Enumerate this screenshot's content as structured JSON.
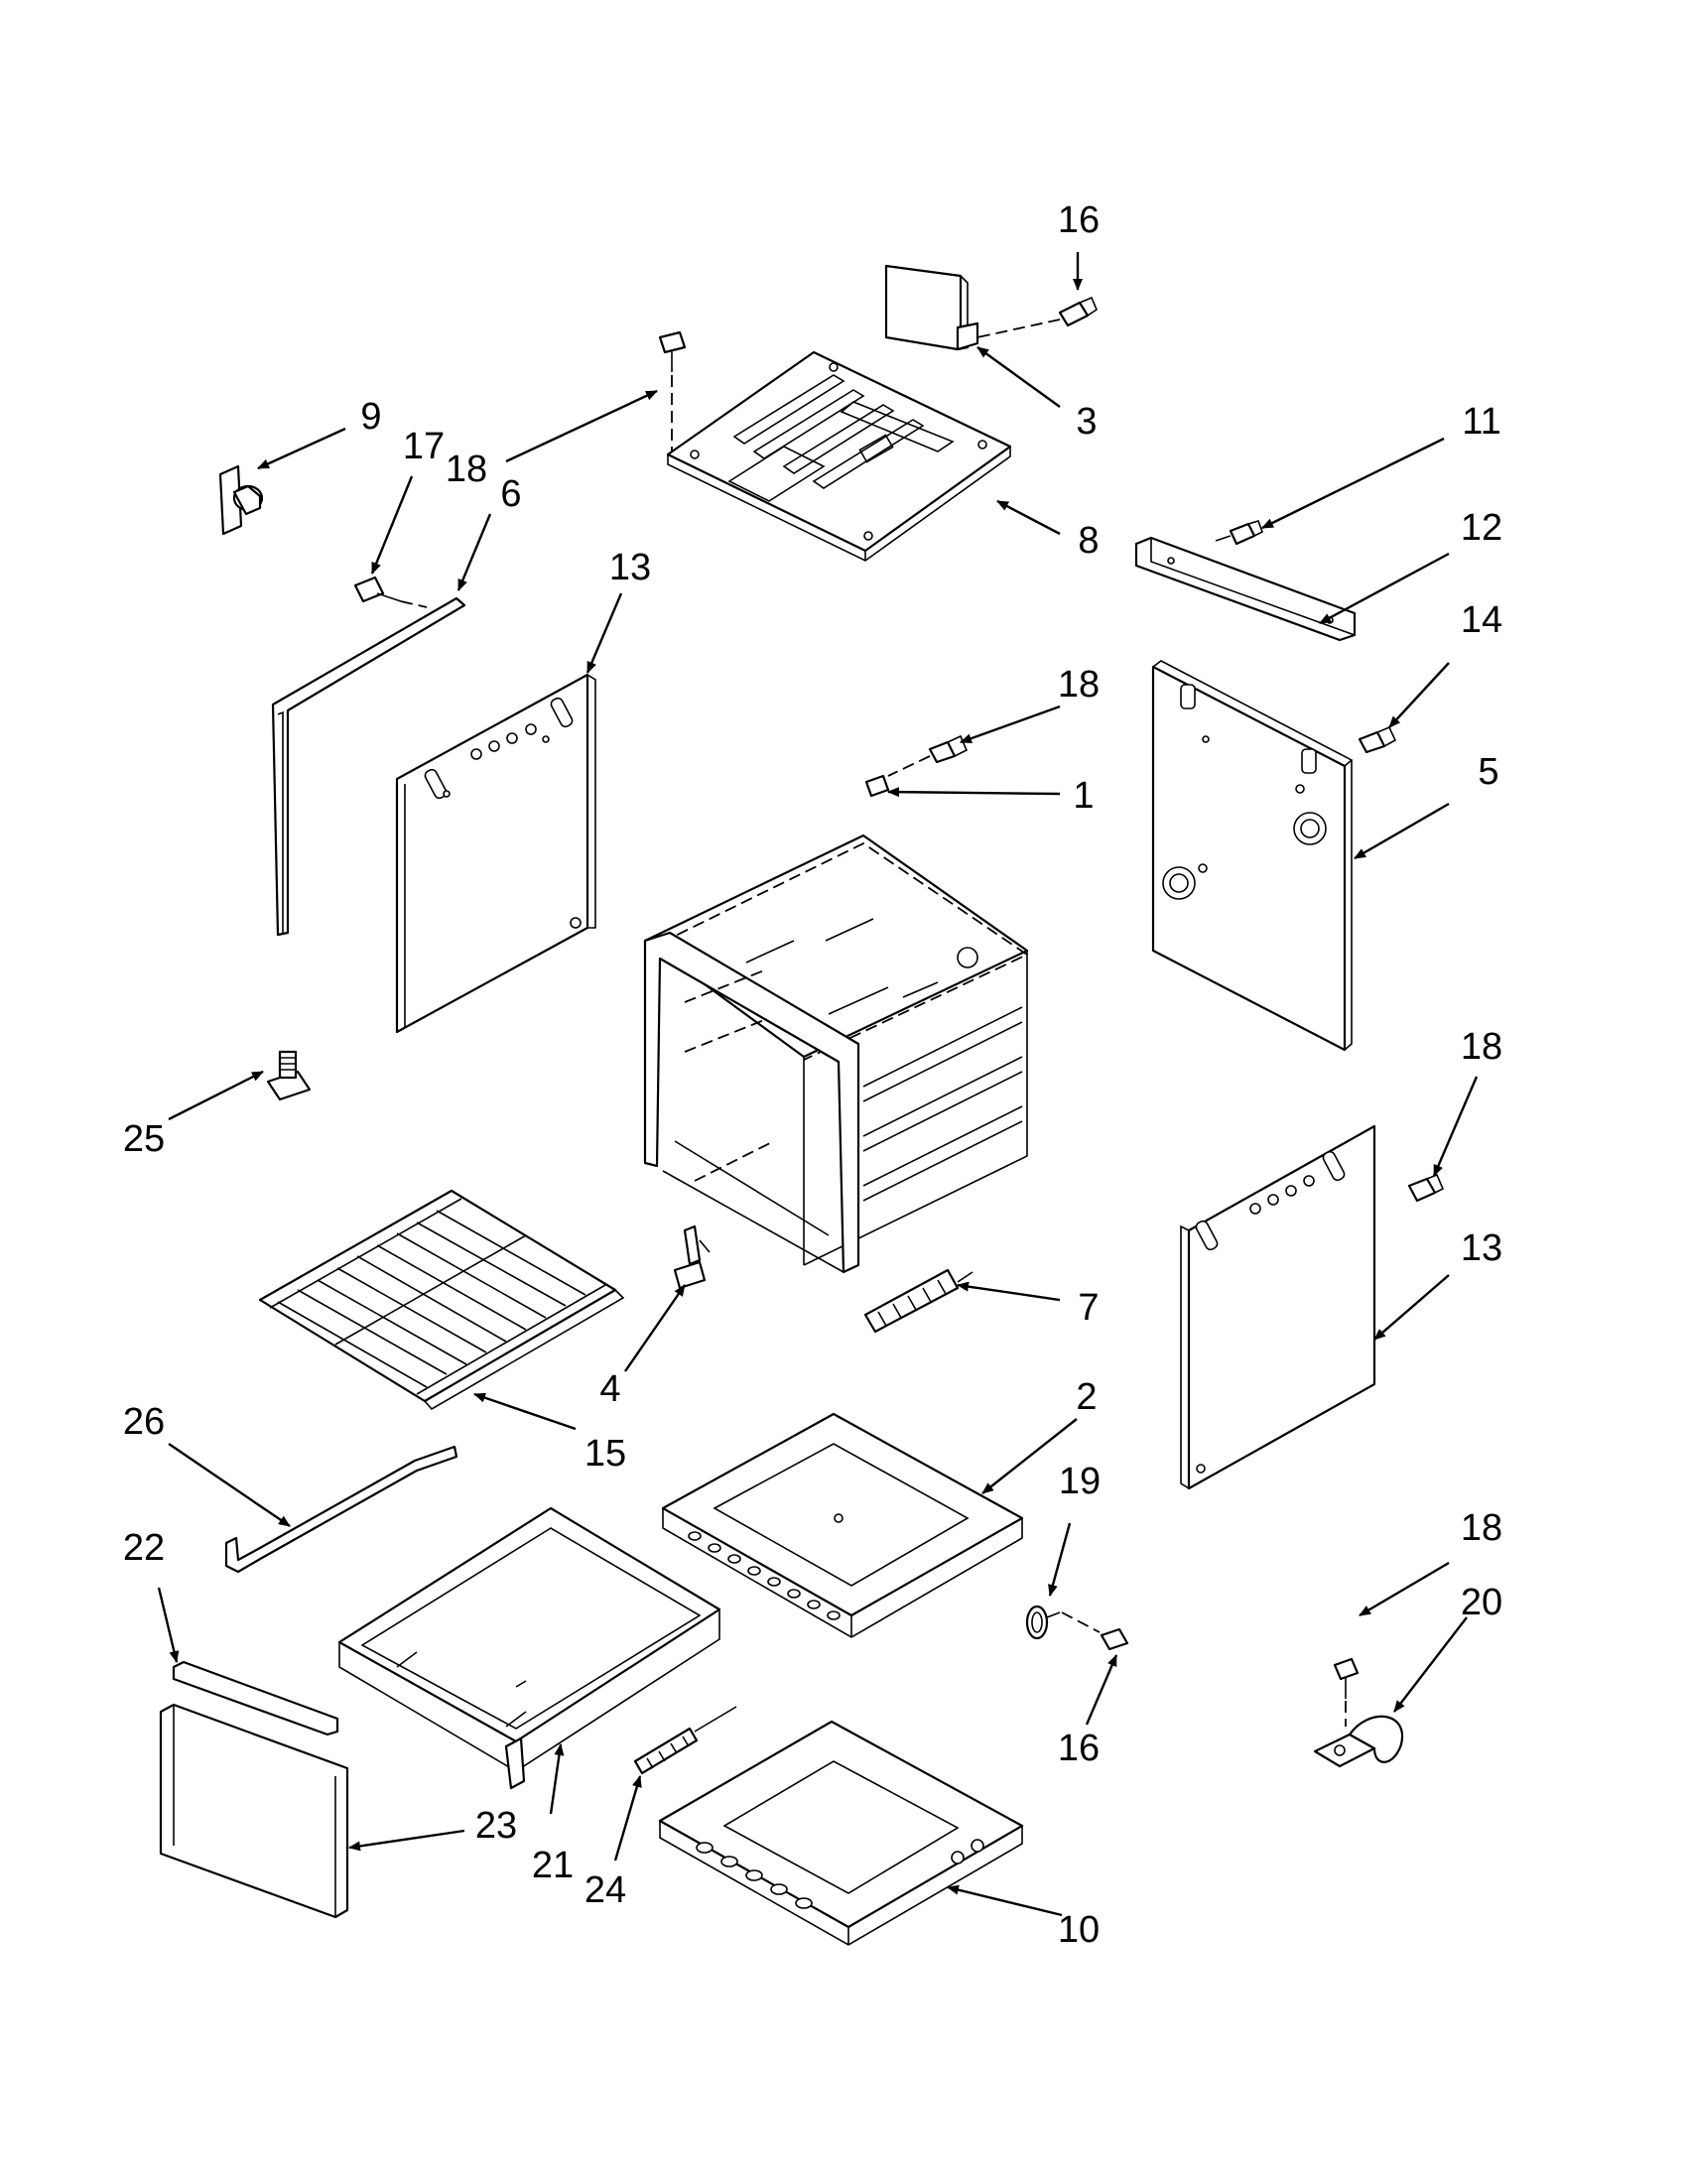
{
  "diagram": {
    "callouts": [
      "16",
      "3",
      "9",
      "17",
      "18",
      "6",
      "8",
      "13",
      "11",
      "12",
      "14",
      "18",
      "1",
      "5",
      "25",
      "18",
      "7",
      "13",
      "4",
      "15",
      "2",
      "26",
      "19",
      "22",
      "18",
      "20",
      "16",
      "21",
      "24",
      "23",
      "10"
    ]
  }
}
